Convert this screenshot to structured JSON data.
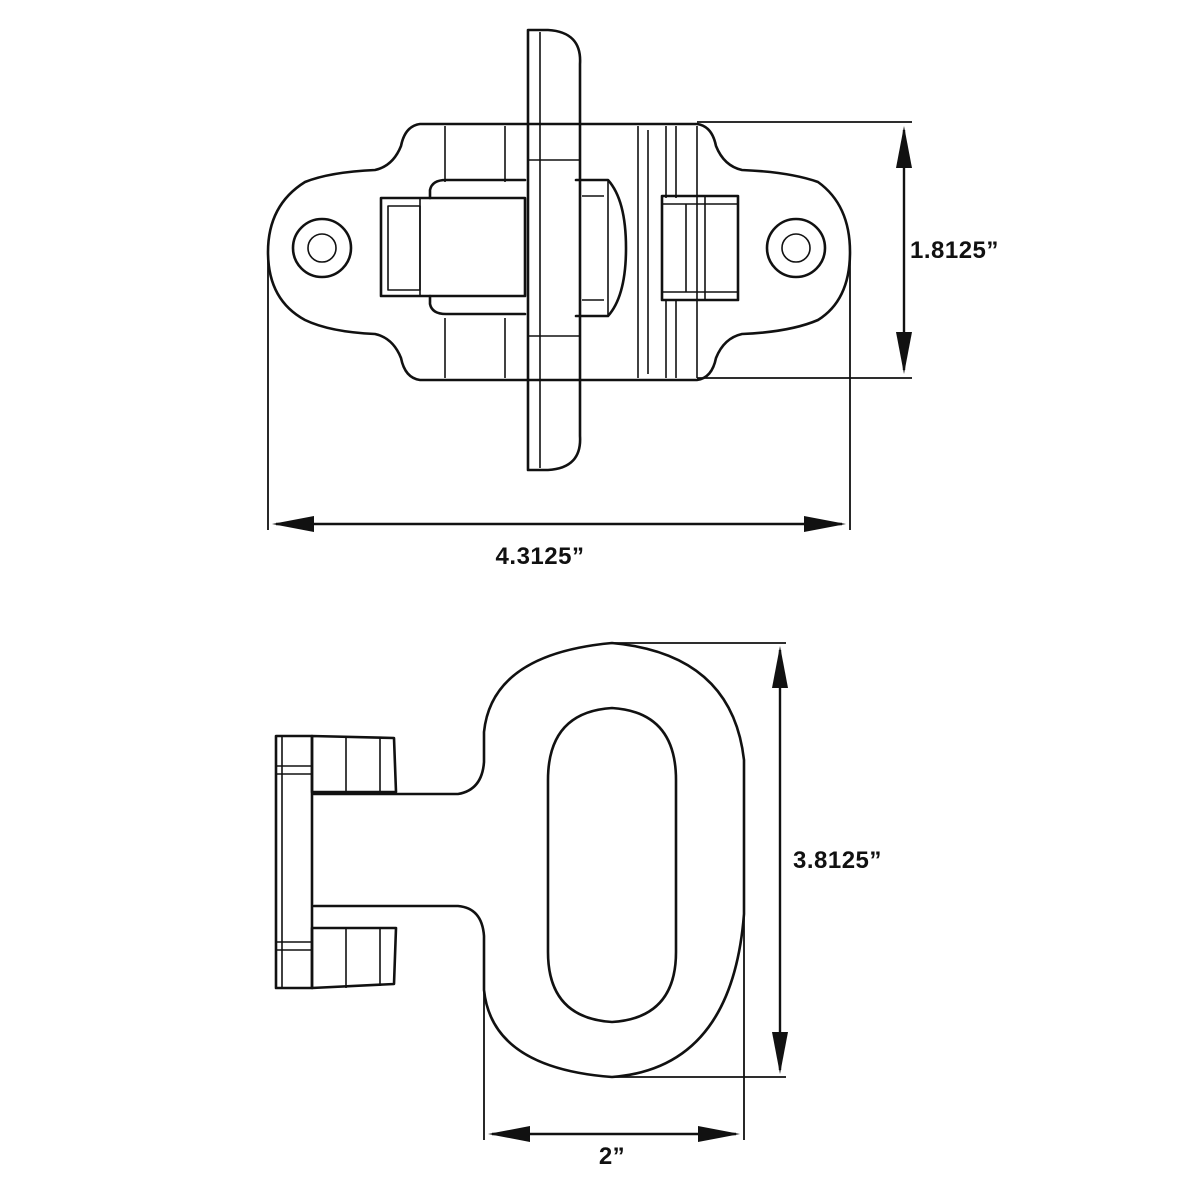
{
  "views": {
    "top_view": {
      "dimensions": {
        "height": "1.8125”",
        "width": "4.3125”"
      }
    },
    "side_view": {
      "dimensions": {
        "height": "3.8125”",
        "loop_width": "2”"
      }
    }
  }
}
